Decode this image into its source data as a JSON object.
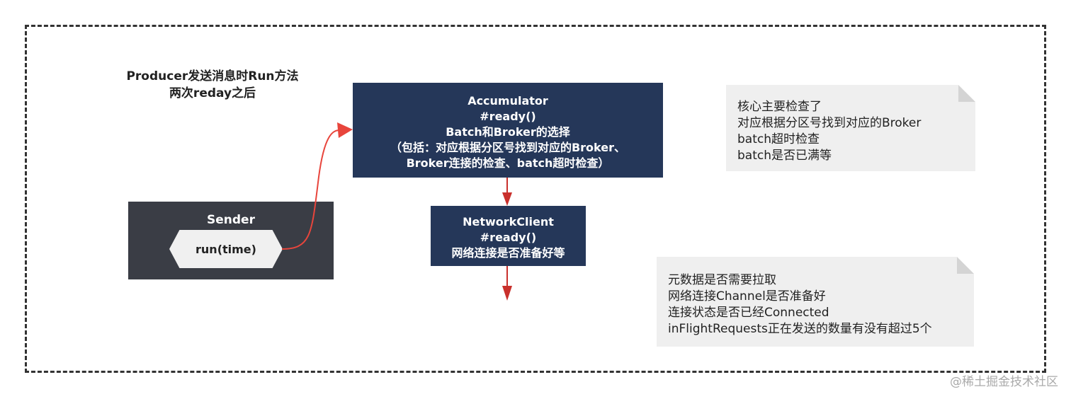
{
  "title": {
    "line1": "Producer发送消息时Run方法",
    "line2": "两次reday之后"
  },
  "accumulator": {
    "line1": "Accumulator",
    "line2": "#ready()",
    "line3": "Batch和Broker的选择",
    "line4": "（包括：对应根据分区号找到对应的Broker、",
    "line5": "Broker连接的检查、batch超时检查）"
  },
  "network_client": {
    "line1": "NetworkClient",
    "line2": "#ready()",
    "line3": "网络连接是否准备好等"
  },
  "sender": {
    "label": "Sender",
    "method": "run(time)"
  },
  "note_top": {
    "line1": "核心主要检查了",
    "line2": "对应根据分区号找到对应的Broker",
    "line3": "batch超时检查",
    "line4": "batch是否已满等"
  },
  "note_bottom": {
    "line1": "元数据是否需要拉取",
    "line2": "网络连接Channel是否准备好",
    "line3": "连接状态是否已经Connected",
    "line4": "inFlightRequests正在发送的数量有没有超过5个"
  },
  "watermark": "@稀土掘金技术社区",
  "colors": {
    "navy": "#253759",
    "dark": "#3a3d45",
    "arrow": "#e8453c",
    "note": "#efefef"
  }
}
